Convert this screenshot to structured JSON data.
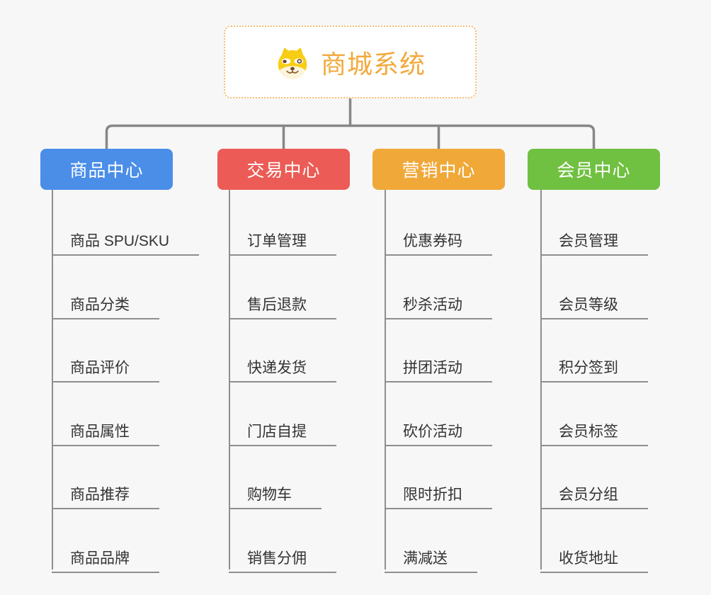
{
  "root": {
    "title": "商城系统",
    "icon": "dog-face-icon",
    "title_color": "#F2A93C",
    "border_color": "#F5BE72"
  },
  "branches": [
    {
      "label": "商品中心",
      "color": "#4A8EE8",
      "children": [
        "商品 SPU/SKU",
        "商品分类",
        "商品评价",
        "商品属性",
        "商品推荐",
        "商品品牌"
      ]
    },
    {
      "label": "交易中心",
      "color": "#EC5B55",
      "children": [
        "订单管理",
        "售后退款",
        "快递发货",
        "门店自提",
        "购物车",
        "销售分佣"
      ]
    },
    {
      "label": "营销中心",
      "color": "#F0A838",
      "children": [
        "优惠券码",
        "秒杀活动",
        "拼团活动",
        "砍价活动",
        "限时折扣",
        "满减送"
      ]
    },
    {
      "label": "会员中心",
      "color": "#70C041",
      "children": [
        "会员管理",
        "会员等级",
        "积分签到",
        "会员标签",
        "会员分组",
        "收货地址"
      ]
    }
  ],
  "connector_color": "#878787",
  "leaf_line_color": "#8E8E8E",
  "background_color": "#F7F7F7"
}
